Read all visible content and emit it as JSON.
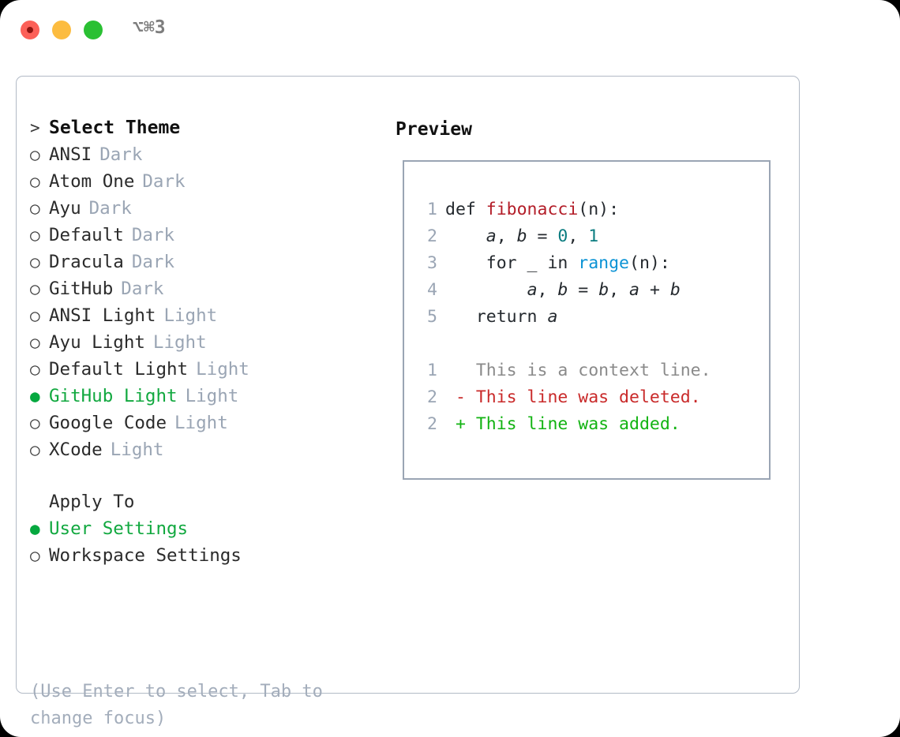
{
  "titlebar": {
    "shortcut": "⌥⌘3",
    "dots": [
      "close-red",
      "minimize-yellow",
      "maximize-green"
    ]
  },
  "theme_selector": {
    "heading": "Select Theme",
    "heading_marker": ">",
    "marker_unselected": "○",
    "marker_selected": "●",
    "items": [
      {
        "name": "ANSI",
        "tag": "Dark",
        "selected": false
      },
      {
        "name": "Atom One",
        "tag": "Dark",
        "selected": false
      },
      {
        "name": "Ayu",
        "tag": "Dark",
        "selected": false
      },
      {
        "name": "Default",
        "tag": "Dark",
        "selected": false
      },
      {
        "name": "Dracula",
        "tag": "Dark",
        "selected": false
      },
      {
        "name": "GitHub",
        "tag": "Dark",
        "selected": false
      },
      {
        "name": "ANSI Light",
        "tag": "Light",
        "selected": false
      },
      {
        "name": "Ayu Light",
        "tag": "Light",
        "selected": false
      },
      {
        "name": "Default Light",
        "tag": "Light",
        "selected": false
      },
      {
        "name": "GitHub Light",
        "tag": "Light",
        "selected": true
      },
      {
        "name": "Google Code",
        "tag": "Light",
        "selected": false
      },
      {
        "name": "XCode",
        "tag": "Light",
        "selected": false
      }
    ]
  },
  "apply_to": {
    "heading": "Apply To",
    "items": [
      {
        "name": "User Settings",
        "selected": true
      },
      {
        "name": "Workspace Settings",
        "selected": false
      }
    ]
  },
  "hint": "(Use Enter to select, Tab to change focus)",
  "preview": {
    "title": "Preview",
    "code_lines": [
      {
        "no": "1",
        "tokens": [
          {
            "t": "def ",
            "c": "plain"
          },
          {
            "t": "fibonacci",
            "c": "fn"
          },
          {
            "t": "(n):",
            "c": "plain"
          }
        ]
      },
      {
        "no": "2",
        "tokens": [
          {
            "t": "    ",
            "c": "plain"
          },
          {
            "t": "a",
            "c": "var"
          },
          {
            "t": ", ",
            "c": "plain"
          },
          {
            "t": "b",
            "c": "var"
          },
          {
            "t": " = ",
            "c": "plain"
          },
          {
            "t": "0",
            "c": "num"
          },
          {
            "t": ", ",
            "c": "plain"
          },
          {
            "t": "1",
            "c": "num"
          }
        ]
      },
      {
        "no": "3",
        "tokens": [
          {
            "t": "    for _ in ",
            "c": "plain"
          },
          {
            "t": "range",
            "c": "builtin"
          },
          {
            "t": "(n):",
            "c": "plain"
          }
        ]
      },
      {
        "no": "4",
        "tokens": [
          {
            "t": "        ",
            "c": "plain"
          },
          {
            "t": "a",
            "c": "var"
          },
          {
            "t": ", ",
            "c": "plain"
          },
          {
            "t": "b",
            "c": "var"
          },
          {
            "t": " = ",
            "c": "plain"
          },
          {
            "t": "b",
            "c": "var"
          },
          {
            "t": ", ",
            "c": "plain"
          },
          {
            "t": "a",
            "c": "var"
          },
          {
            "t": " + ",
            "c": "plain"
          },
          {
            "t": "b",
            "c": "var"
          }
        ]
      },
      {
        "no": "5",
        "tokens": [
          {
            "t": "   return ",
            "c": "plain"
          },
          {
            "t": "a",
            "c": "var"
          }
        ]
      }
    ],
    "diff_lines": [
      {
        "no": "1",
        "sign": " ",
        "text": "This is a context line.",
        "kind": "ctx"
      },
      {
        "no": "2",
        "sign": "-",
        "text": "This line was deleted.",
        "kind": "del"
      },
      {
        "no": "2",
        "sign": "+",
        "text": "This line was added.",
        "kind": "add"
      }
    ]
  },
  "colors": {
    "selected_green": "#11a83f",
    "muted_gray": "#9aa5b4",
    "diff_add": "#12b312",
    "diff_del": "#c92a2a",
    "token_function": "#b31d28",
    "token_number": "#0b7c80",
    "token_builtin": "#0b93d5",
    "border": "#b2bac6"
  }
}
